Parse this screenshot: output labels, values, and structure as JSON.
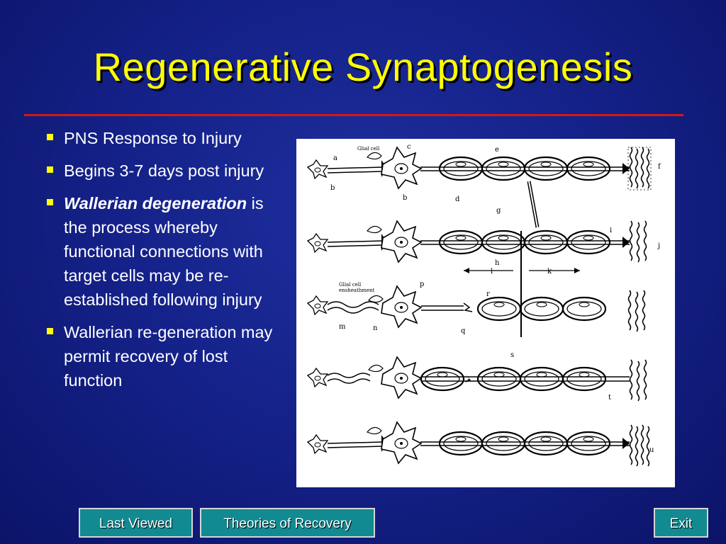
{
  "title": "Regenerative Synaptogenesis",
  "bullets": {
    "b1": "PNS Response to Injury",
    "b2": "Begins 3-7 days post injury",
    "b3_term": "Wallerian degeneration",
    "b3_rest": " is the process whereby functional connections with target cells may be re-established following injury",
    "b4": "Wallerian re-generation may permit recovery of lost function"
  },
  "figure": {
    "labels": {
      "glial_cell": "Glial cell",
      "glial_cell_ensheathment_1": "Glial cell",
      "glial_cell_ensheathment_2": "ensheathment",
      "a": "a",
      "b": "b",
      "c": "c",
      "d": "d",
      "e": "e",
      "f": "f",
      "g": "g",
      "h": "h",
      "i": "i",
      "j": "j",
      "k": "k",
      "l": "l",
      "m": "m",
      "n": "n",
      "p": "p",
      "q": "q",
      "r": "r",
      "s": "s",
      "t": "t",
      "u": "u"
    }
  },
  "nav": {
    "last_viewed": "Last Viewed",
    "theories": "Theories of Recovery",
    "exit": "Exit"
  }
}
